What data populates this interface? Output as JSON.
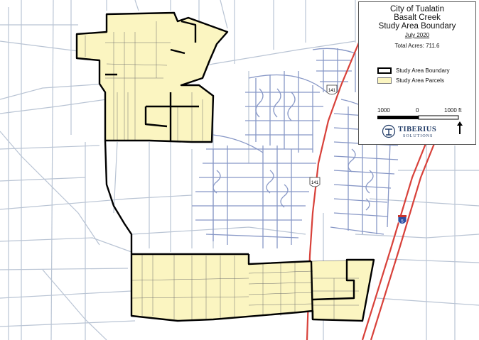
{
  "legend": {
    "title_lines": [
      "City of Tualatin",
      "Basalt Creek",
      "Study Area Boundary"
    ],
    "date": "July 2020",
    "total_acres": "Total Acres: 711.6",
    "items": [
      {
        "label": "Study Area Boundary",
        "color": "#000000"
      },
      {
        "label": "Study Area Parcels",
        "color": "#fbf5c1"
      }
    ],
    "scale": {
      "left": "1000",
      "mid": "0",
      "right": "1000 ft"
    },
    "logo": {
      "name": "TIBERIUS",
      "sub": "SOLUTIONS"
    }
  },
  "shields": {
    "hwy_north": "141",
    "hwy_south": "141",
    "interstate": "5"
  },
  "colors": {
    "parcel_fill": "#fbf5c1",
    "boundary": "#000000",
    "street": "#b9c4d4",
    "residential_street": "#8797c6",
    "highway": "#d8413a",
    "background": "#ffffff"
  }
}
